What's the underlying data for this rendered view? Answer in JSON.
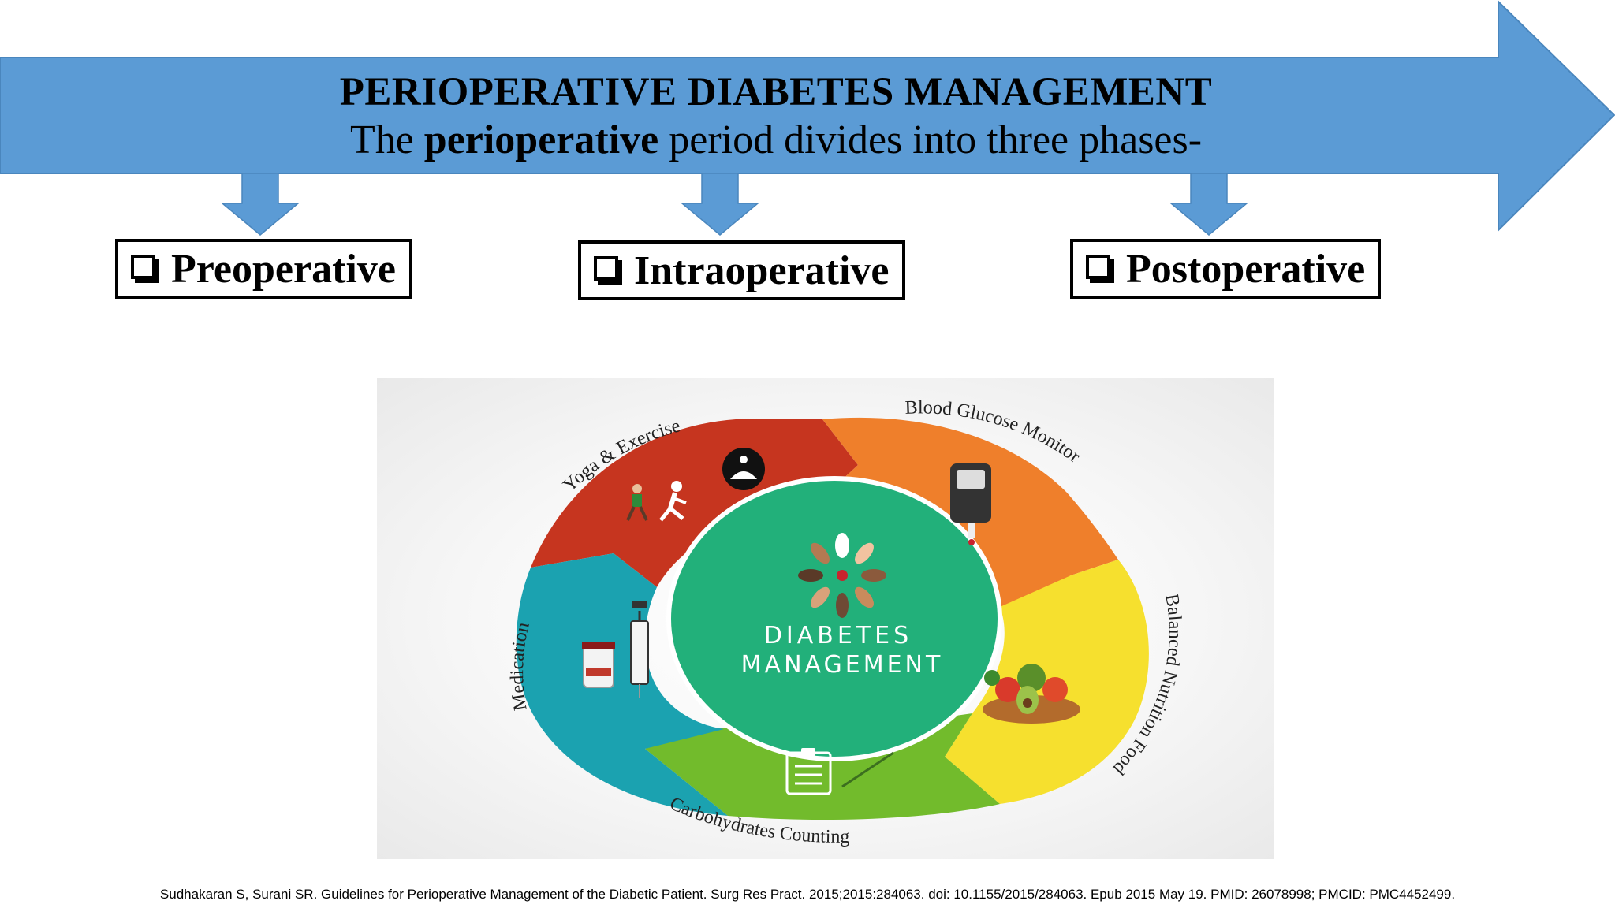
{
  "banner": {
    "title": "PERIOPERATIVE DIABETES MANAGEMENT",
    "subtitle_pre": "The ",
    "subtitle_bold": "perioperative",
    "subtitle_post": " period divides into three phases-",
    "color": "#5b9bd5"
  },
  "phases": [
    {
      "label": "Preoperative"
    },
    {
      "label": "Intraoperative"
    },
    {
      "label": "Postoperative"
    }
  ],
  "wheel": {
    "center_line1": "DIABETES",
    "center_line2": "MANAGEMENT",
    "segments": [
      {
        "label": "Yoga & Exercise",
        "color": "#c6351f",
        "icon": "exercise-icon"
      },
      {
        "label": "Blood Glucose Monitor",
        "color": "#ef7f2b",
        "icon": "glucose-meter-icon"
      },
      {
        "label": "Balanced Nutrition Food",
        "color": "#f6e02e",
        "icon": "food-bowl-icon"
      },
      {
        "label": "Carbohydrates Counting",
        "color": "#72bb2c",
        "icon": "clipboard-icon"
      },
      {
        "label": "Medication",
        "color": "#1ba2b0",
        "icon": "syringe-icon"
      }
    ],
    "center_color": "#22b07a"
  },
  "citation": "Sudhakaran S, Surani SR. Guidelines for Perioperative Management of the Diabetic Patient. Surg Res Pract. 2015;2015:284063. doi: 10.1155/2015/284063. Epub 2015 May 19. PMID: 26078998; PMCID: PMC4452499."
}
